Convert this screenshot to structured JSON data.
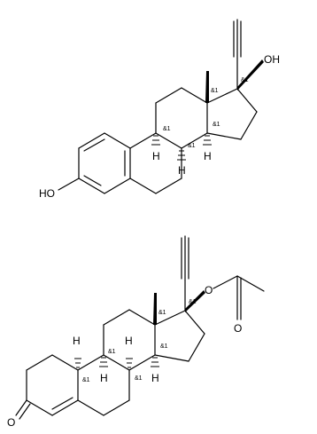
{
  "molecule_1": {
    "atoms": {
      "oh_top": "OH",
      "oh_left": "HO",
      "h_c9": "H",
      "h_c8": "H",
      "h_c14": "H"
    },
    "stereo": {
      "c17": "&1",
      "c13": "&1",
      "c9": "&1",
      "c8": "&1",
      "c14": "&1"
    }
  },
  "molecule_2": {
    "atoms": {
      "o_ester": "O",
      "o_carbonyl": "O",
      "o_ketone": "O",
      "h_c10": "H",
      "h_c9": "H",
      "h_c8": "H",
      "h_c14": "H"
    },
    "stereo": {
      "c17": "&1",
      "c13": "&1",
      "c10": "&1",
      "c9": "&1",
      "c8": "&1",
      "c14": "&1"
    }
  }
}
